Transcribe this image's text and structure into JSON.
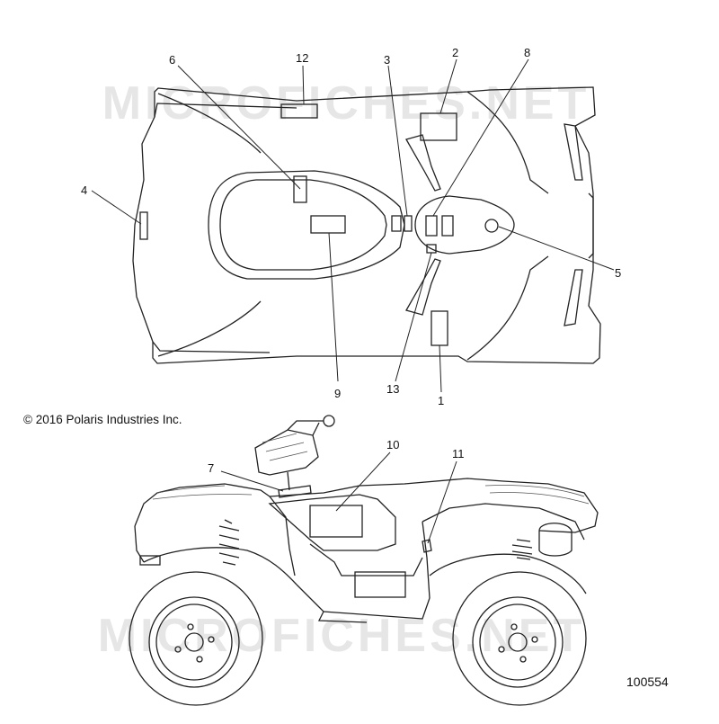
{
  "copyright": "© 2016 Polaris Industries Inc.",
  "figure_id": "100554",
  "watermark": "MICROFICHES.NET",
  "callouts": {
    "c1": "1",
    "c2": "2",
    "c3": "3",
    "c4": "4",
    "c5": "5",
    "c6": "6",
    "c7": "7",
    "c8": "8",
    "c9": "9",
    "c10": "10",
    "c11": "11",
    "c12": "12",
    "c13": "13"
  }
}
